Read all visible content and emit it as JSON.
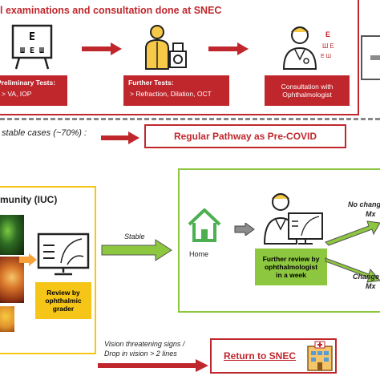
{
  "top_panel": {
    "title": "l examinations and consultation done at SNEC",
    "step1": {
      "title": "Preliminary Tests:",
      "detail": "> VA, IOP"
    },
    "step2": {
      "title": "Further Tests:",
      "detail": "> Refraction, Dilation, OCT"
    },
    "step3": {
      "line1": "Consultation with",
      "line2": "Ophthalmologist"
    }
  },
  "stable_row": {
    "label": "stable cases (~70%) :",
    "pathway": "Regular Pathway as Pre-COVID"
  },
  "iuc": {
    "title": "munity (IUC)",
    "review_line1": "Review by",
    "review_line2": "ophthalmic",
    "review_line3": "grader"
  },
  "stable_arrow_label": "Stable",
  "green_panel": {
    "home_label": "Home",
    "review_line1": "Further review by",
    "review_line2": "ophthalmologist",
    "review_line3": "in a week",
    "no_change_line1": "No chang",
    "no_change_line2": "Mx",
    "change_line1": "Change",
    "change_line2": "Mx"
  },
  "vision_label_line1": "Vision threatening signs /",
  "vision_label_line2": "Drop in vision > 2 lines",
  "return_label": "Return to SNEC",
  "colors": {
    "red": "#c0272d",
    "green": "#8dc63f",
    "yellow": "#f5c518",
    "orange": "#f7a23b",
    "gray": "#8c8c8c"
  }
}
